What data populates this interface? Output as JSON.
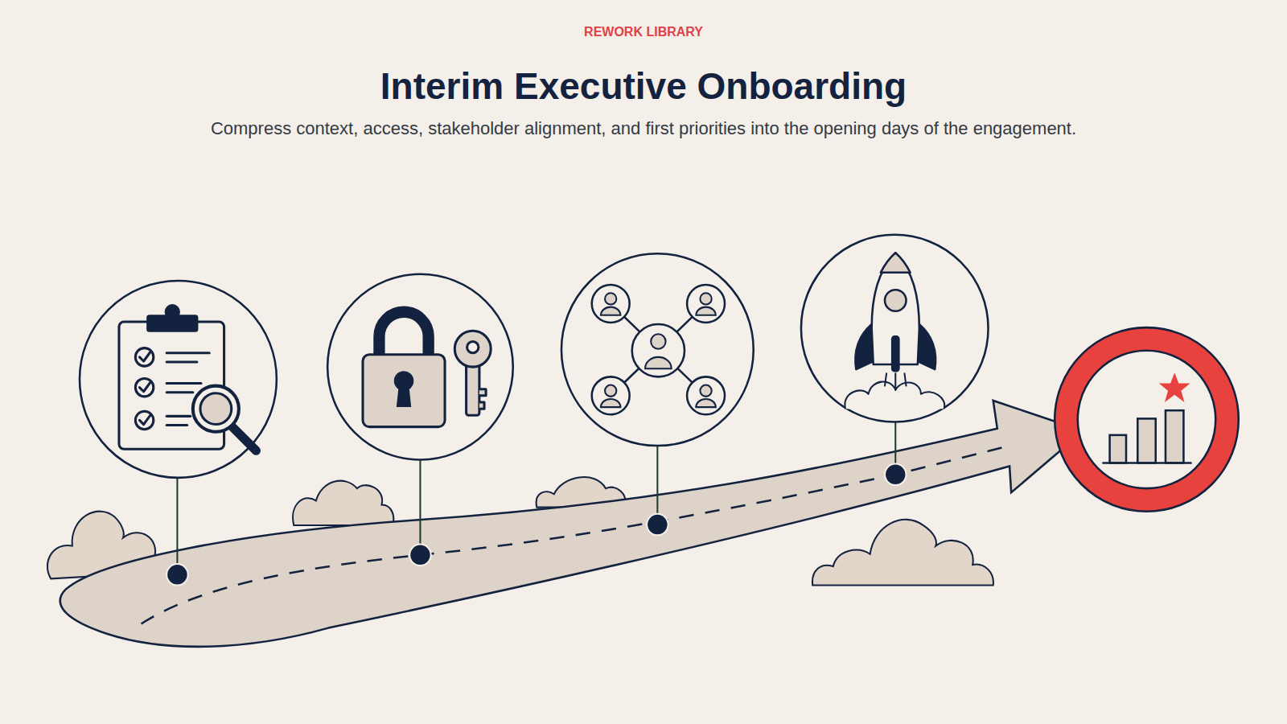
{
  "diagram": {
    "title": "Interim Executive Onboarding",
    "caption": "Compress context, access, stakeholder alignment, and first priorities into the opening days of the engagement.",
    "labels": [
      "REWORK LIBRARY"
    ]
  }
}
